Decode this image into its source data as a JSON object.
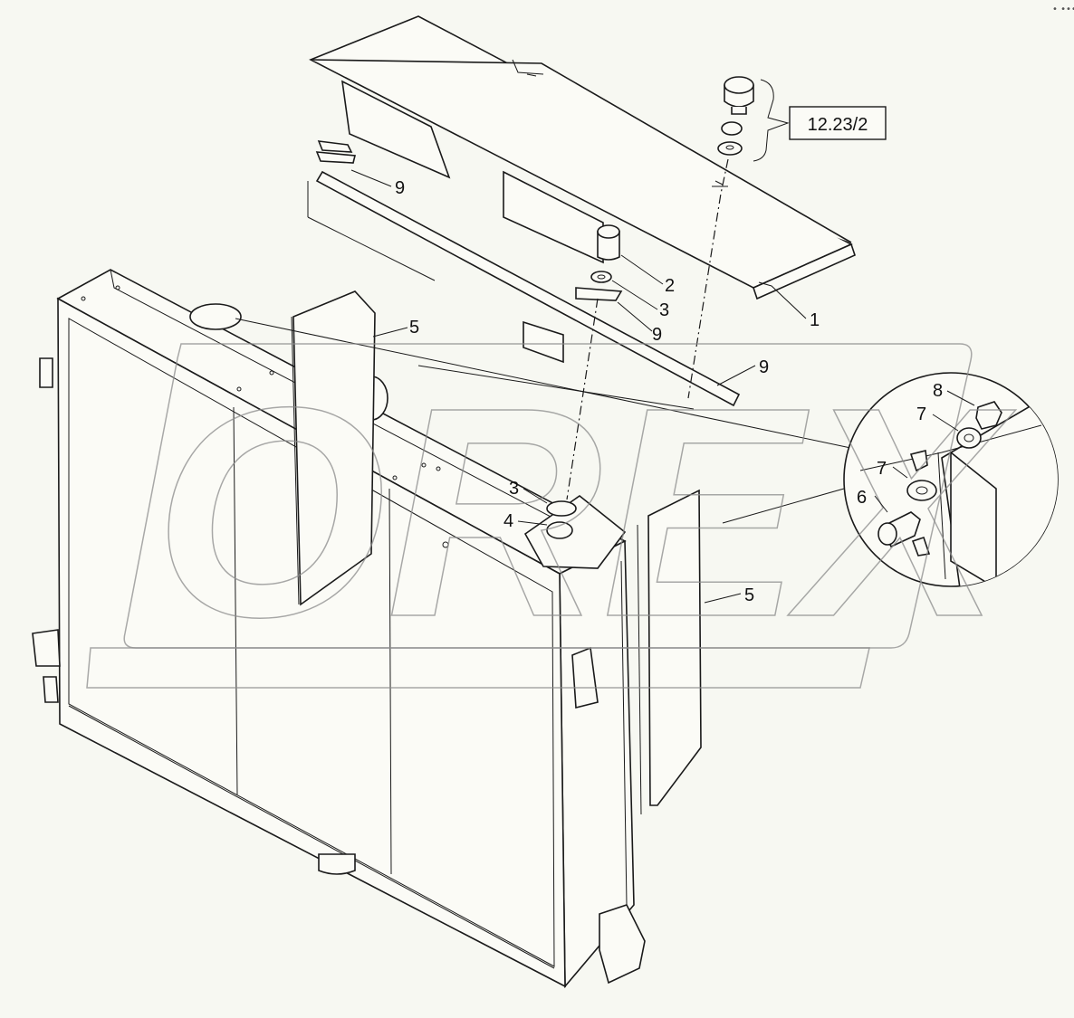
{
  "diagram": {
    "reference": "12.23/2",
    "watermark": "OREX",
    "callouts": [
      {
        "id": "callout-1",
        "label": "1"
      },
      {
        "id": "callout-2",
        "label": "2"
      },
      {
        "id": "callout-3-top",
        "label": "3"
      },
      {
        "id": "callout-3-mid",
        "label": "3"
      },
      {
        "id": "callout-4",
        "label": "4"
      },
      {
        "id": "callout-5-left",
        "label": "5"
      },
      {
        "id": "callout-5-right",
        "label": "5"
      },
      {
        "id": "callout-6",
        "label": "6"
      },
      {
        "id": "callout-7-upper",
        "label": "7"
      },
      {
        "id": "callout-7-lower",
        "label": "7"
      },
      {
        "id": "callout-8",
        "label": "8"
      },
      {
        "id": "callout-9-upper",
        "label": "9"
      },
      {
        "id": "callout-9-mid",
        "label": "9"
      },
      {
        "id": "callout-9-right",
        "label": "9"
      }
    ]
  }
}
